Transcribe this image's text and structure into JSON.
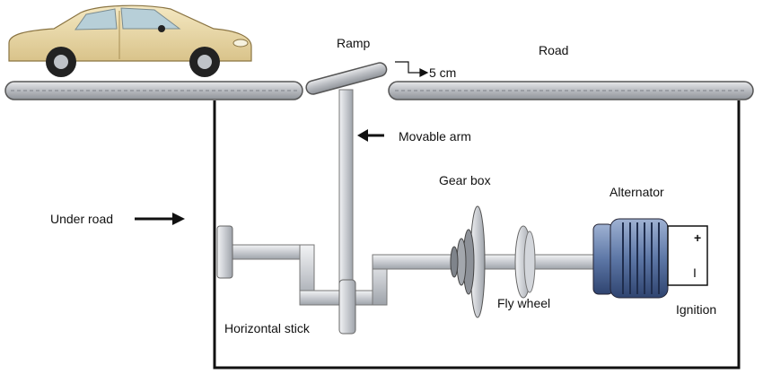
{
  "labels": {
    "ramp": "Ramp",
    "road": "Road",
    "rise": "5 cm",
    "movable_arm": "Movable arm",
    "under_road": "Under road",
    "gear_box": "Gear box",
    "alternator": "Alternator",
    "fly_wheel": "Fly wheel",
    "horizontal_stick": "Horizontal stick",
    "ignition": "Ignition",
    "plus": "+",
    "minus": "I"
  },
  "colors": {
    "car_body": "#ead9a6",
    "road": "#cfd2d6",
    "shaft": "#d7dadf",
    "alternator": "#5d77a6",
    "outline": "#111111"
  }
}
